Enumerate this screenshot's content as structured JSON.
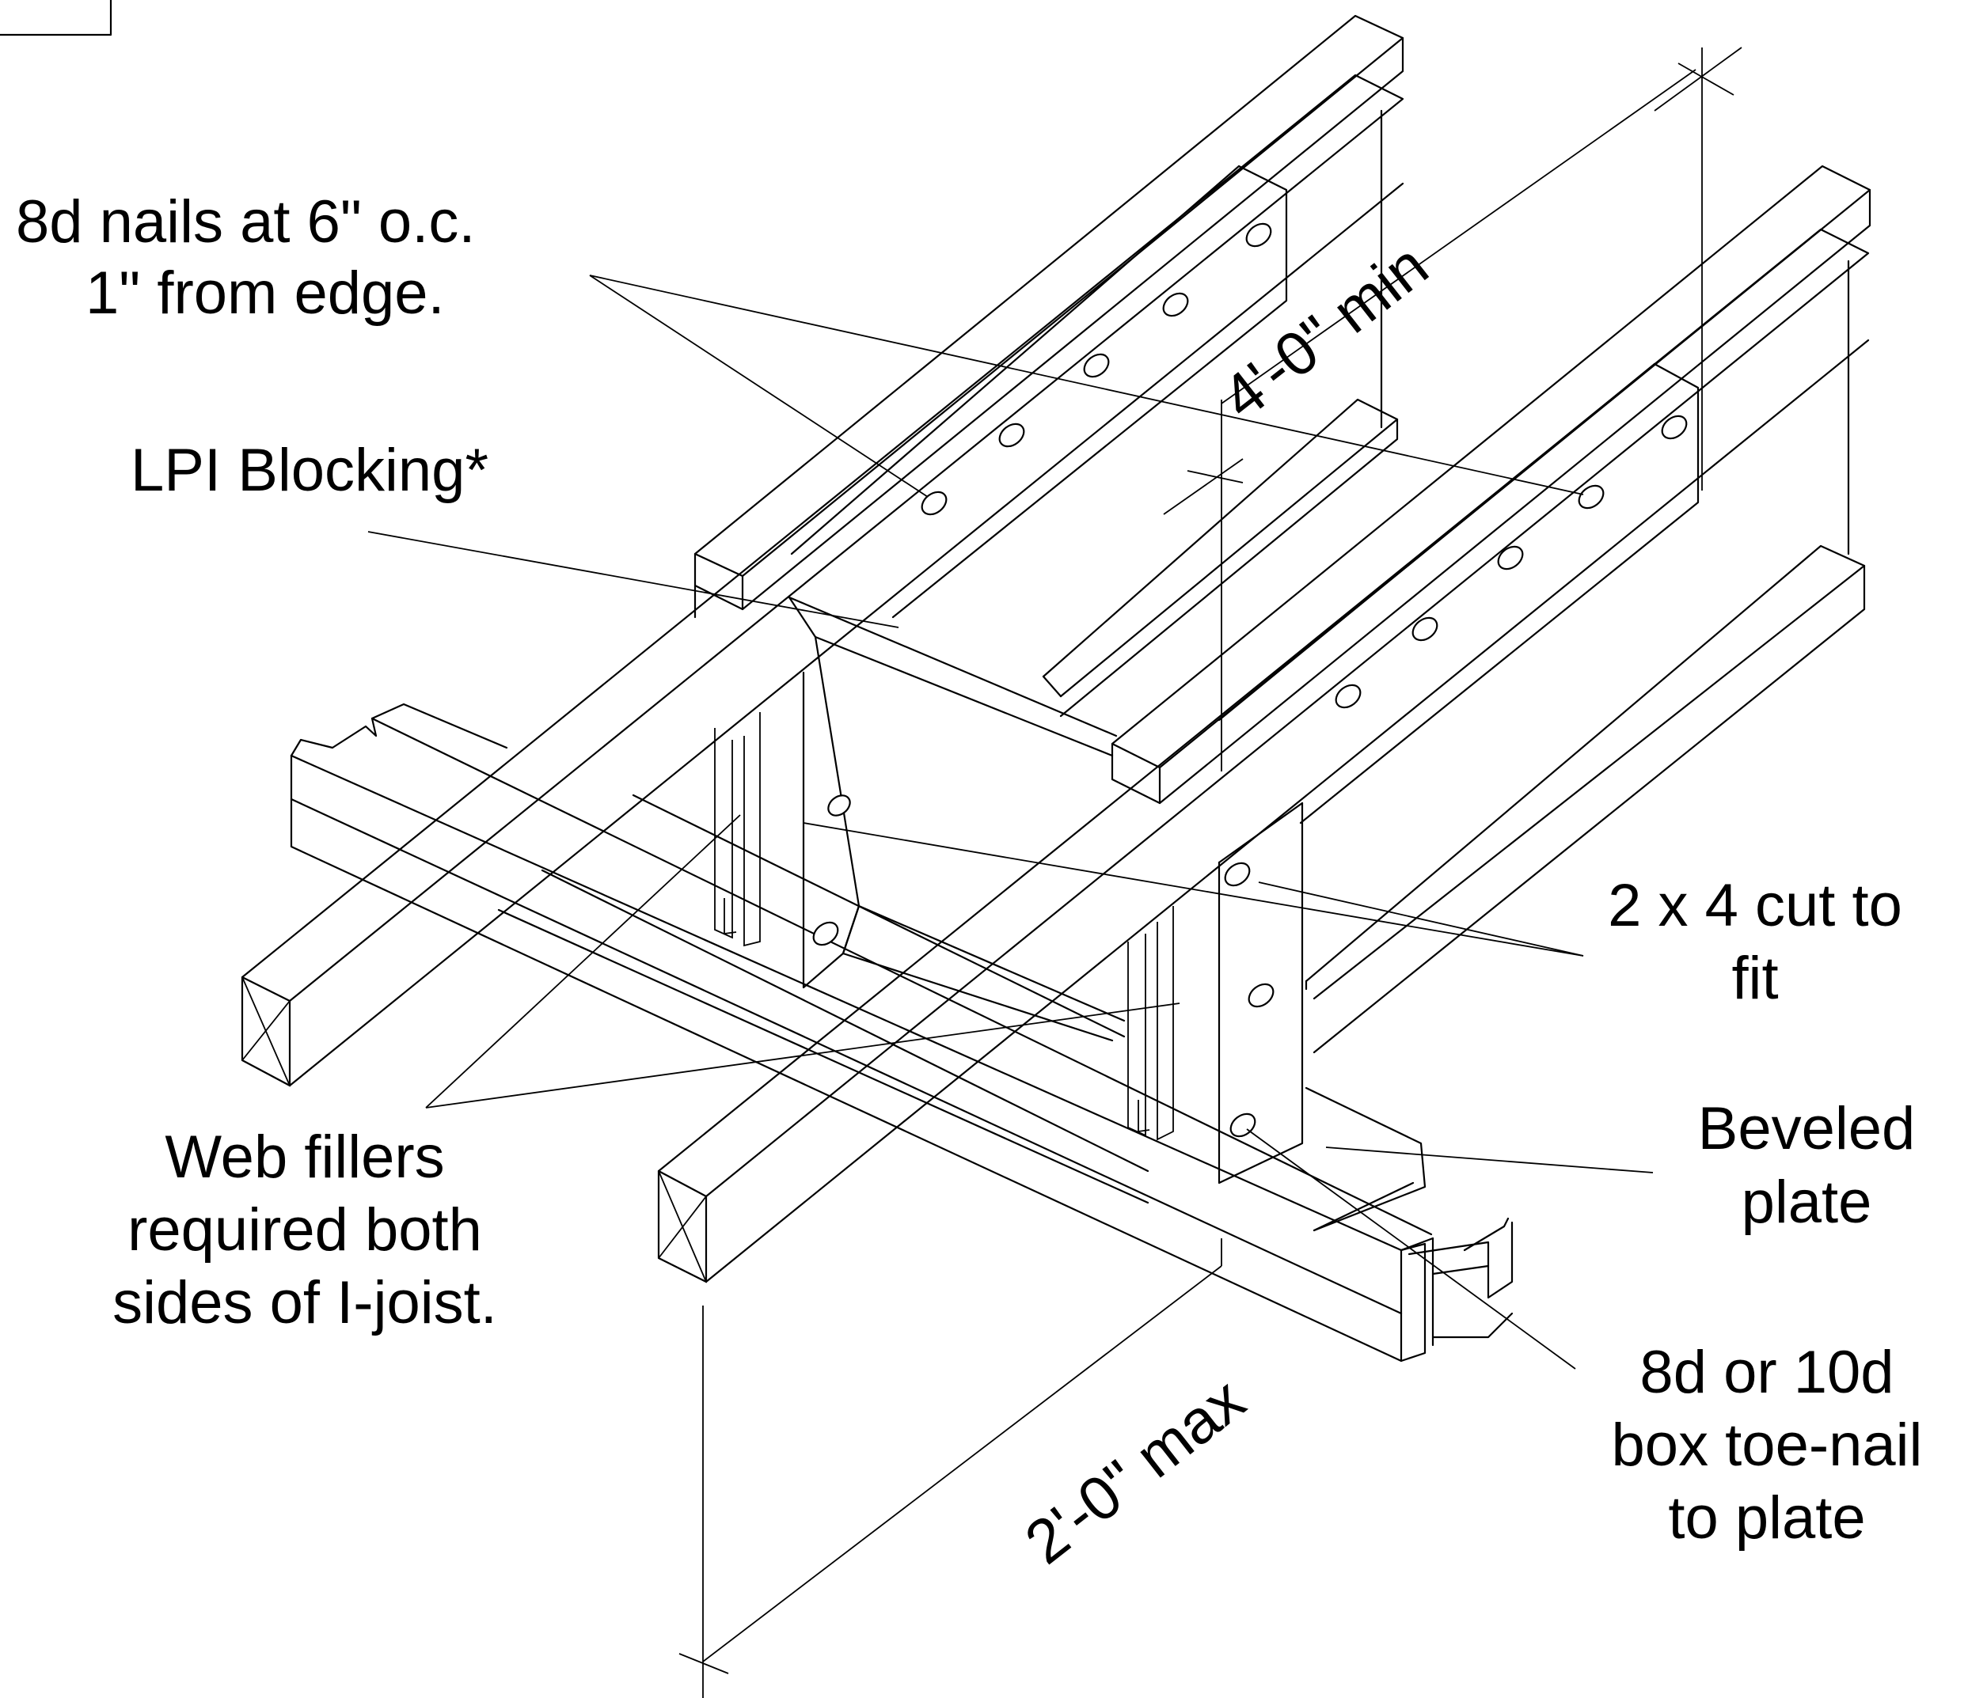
{
  "labels": {
    "nails": [
      "8d nails at 6\" o.c.",
      "1\" from edge."
    ],
    "blocking": [
      "LPI Blocking*"
    ],
    "two_by_four": [
      "2 x 4 cut to",
      "fit"
    ],
    "beveled_plate": [
      "Beveled",
      "plate"
    ],
    "web_fillers": [
      "Web fillers",
      "required both",
      "sides of I-joist."
    ],
    "toe_nail": [
      "8d or 10d",
      "box toe-nail",
      "to plate"
    ]
  },
  "dimensions": {
    "top": "4'-0\" min",
    "bottom": "2'-0\" max"
  },
  "colors": {
    "line": "#000000",
    "background": "#ffffff"
  }
}
